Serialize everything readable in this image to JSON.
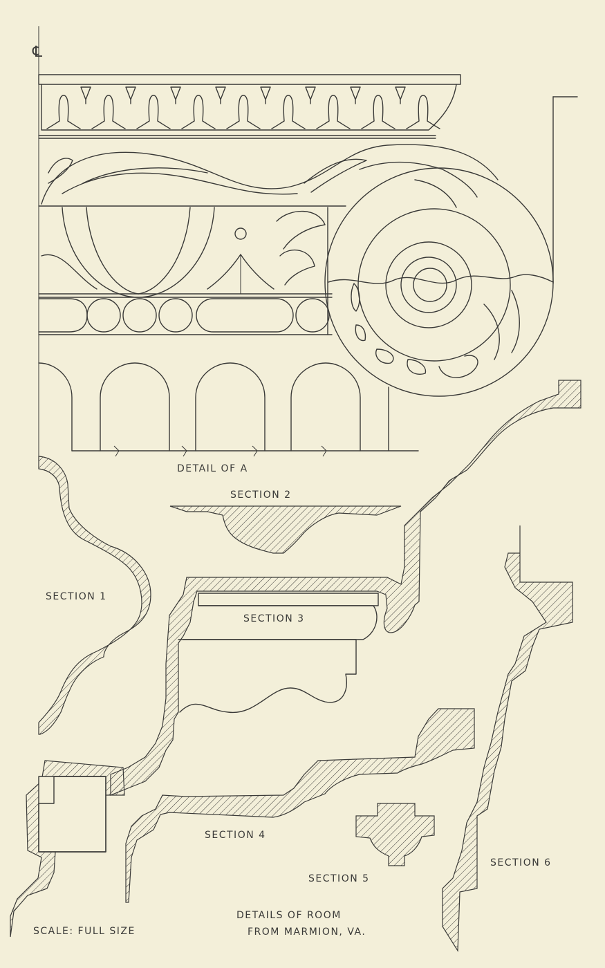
{
  "labels": {
    "centerline_symbol": "℄",
    "detail_a": "DETAIL OF A",
    "section_1": "SECTION 1",
    "section_2": "SECTION 2",
    "section_3": "SECTION 3",
    "section_4": "SECTION 4",
    "section_5": "SECTION 5",
    "section_6": "SECTION 6",
    "scale": "SCALE: FULL SIZE",
    "caption_line_1": "DETAILS OF ROOM",
    "caption_line_2": "FROM MARMION, VA."
  },
  "colors": {
    "paper": "#f3efd9",
    "ink": "#3a3a38"
  }
}
